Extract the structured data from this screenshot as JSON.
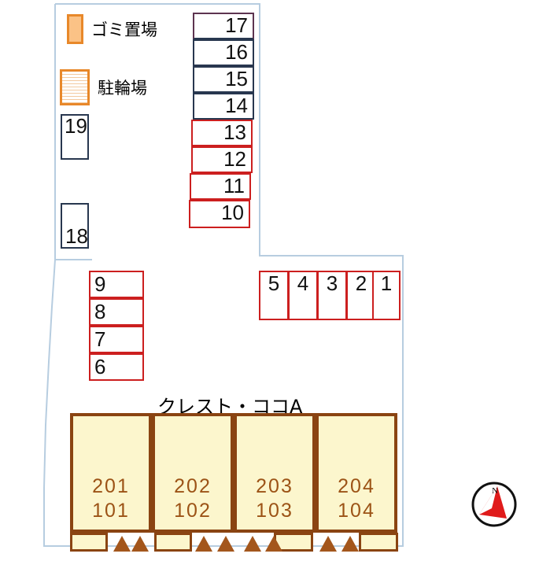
{
  "document": {
    "kind": "site-plan",
    "building_title": "クレスト・ココA"
  },
  "legend": {
    "items": [
      {
        "id": "trash",
        "label": "ゴミ置場",
        "swatch": "orange-filled-rect",
        "color": "#e8882a"
      },
      {
        "id": "bicycle",
        "label": "駐輪場",
        "swatch": "orange-striped-rect",
        "color": "#e8882a"
      }
    ]
  },
  "parking": {
    "north_column": {
      "name": "stalls-17-to-10",
      "stalls": [
        {
          "number": "17",
          "border": "#5d3450",
          "align": "right"
        },
        {
          "number": "16",
          "border": "#28374f",
          "align": "right"
        },
        {
          "number": "15",
          "border": "#28374f",
          "align": "right"
        },
        {
          "number": "14",
          "border": "#28374f",
          "align": "right"
        },
        {
          "number": "13",
          "border": "#cc1f1f",
          "align": "right"
        },
        {
          "number": "12",
          "border": "#cc1f1f",
          "align": "right"
        },
        {
          "number": "11",
          "border": "#cc1f1f",
          "align": "right"
        },
        {
          "number": "10",
          "border": "#cc1f1f",
          "align": "right"
        }
      ]
    },
    "west_pair": {
      "name": "stalls-19-18",
      "stalls": [
        {
          "number": "19",
          "border": "#28374f",
          "align": "top-left"
        },
        {
          "number": "18",
          "border": "#28374f",
          "align": "bottom-left"
        }
      ]
    },
    "west_column": {
      "name": "stalls-9-to-6",
      "stalls": [
        {
          "number": "9",
          "border": "#cc1f1f",
          "align": "left"
        },
        {
          "number": "8",
          "border": "#cc1f1f",
          "align": "left"
        },
        {
          "number": "7",
          "border": "#cc1f1f",
          "align": "left"
        },
        {
          "number": "6",
          "border": "#cc1f1f",
          "align": "left"
        }
      ]
    },
    "east_row": {
      "name": "stalls-5-to-1",
      "stalls": [
        {
          "number": "5",
          "border": "#cc1f1f",
          "align": "top-center"
        },
        {
          "number": "4",
          "border": "#cc1f1f",
          "align": "top-center"
        },
        {
          "number": "3",
          "border": "#cc1f1f",
          "align": "top-center"
        },
        {
          "number": "2",
          "border": "#cc1f1f",
          "align": "top-center"
        },
        {
          "number": "1",
          "border": "#cc1f1f",
          "align": "top-center"
        }
      ]
    }
  },
  "building": {
    "name": "クレスト・ココA",
    "fill": "#fcf6cd",
    "stroke": "#8a4412",
    "text_color": "#9c5316",
    "units": [
      {
        "upper": "201",
        "lower": "101"
      },
      {
        "upper": "202",
        "lower": "102"
      },
      {
        "upper": "203",
        "lower": "103"
      },
      {
        "upper": "204",
        "lower": "104"
      }
    ]
  },
  "compass": {
    "label": "N",
    "needle_color": "#e01b1b",
    "ring_color": "#111111"
  }
}
